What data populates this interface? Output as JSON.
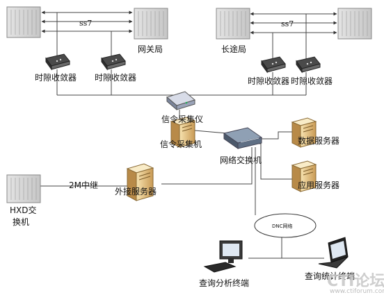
{
  "diagram": {
    "labels": {
      "ss7_left": "ss7",
      "ss7_right": "ss7",
      "gateway": "网关局",
      "longdistance": "长途局",
      "conv1": "时隙收敛器",
      "conv2": "时隙收敛器",
      "conv3": "时隙收敛器",
      "conv4": "时隙收敛器",
      "collector_device": "信令采集仪",
      "collector_host": "信令采集机",
      "network_switch": "网络交换机",
      "db_server": "数据服务器",
      "app_server": "应用服务器",
      "hxd1": "HXD交",
      "hxd2": "换机",
      "trunk": "2M中继",
      "interface_server": "外接服务器",
      "dnc": "DNC网络",
      "query_terminal": "查询分析终端",
      "stats_terminal": "查询统计终端"
    },
    "watermark": {
      "logo_text": "CTI论坛",
      "url": "www.ctiforum.com"
    }
  }
}
